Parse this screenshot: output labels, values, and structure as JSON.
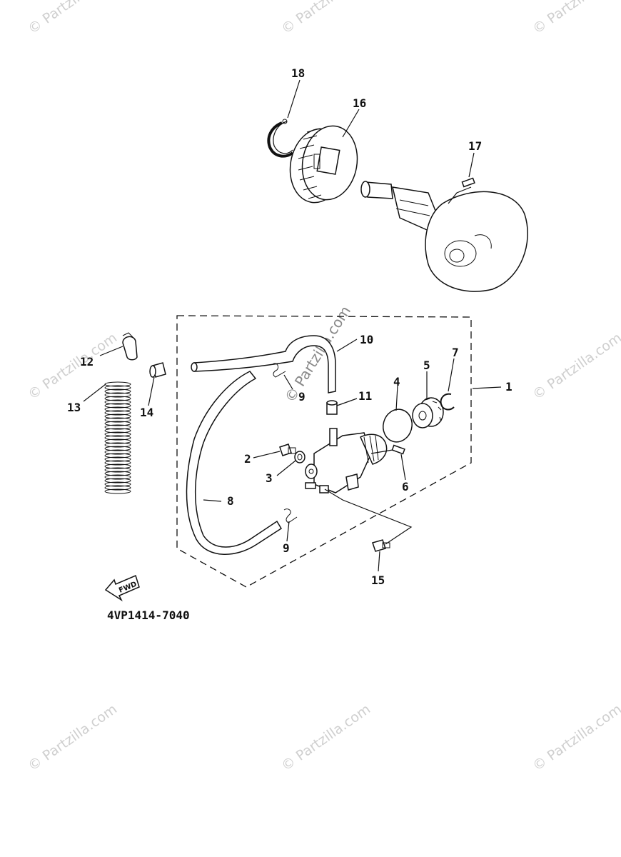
{
  "diagram": {
    "code": "4VP1414-7040",
    "fwd_label": "FWD",
    "watermark": "© Partzilla.com",
    "callouts": [
      "1",
      "2",
      "3",
      "4",
      "5",
      "6",
      "7",
      "8",
      "9",
      "9",
      "10",
      "11",
      "12",
      "13",
      "14",
      "15",
      "16",
      "17",
      "18"
    ]
  }
}
